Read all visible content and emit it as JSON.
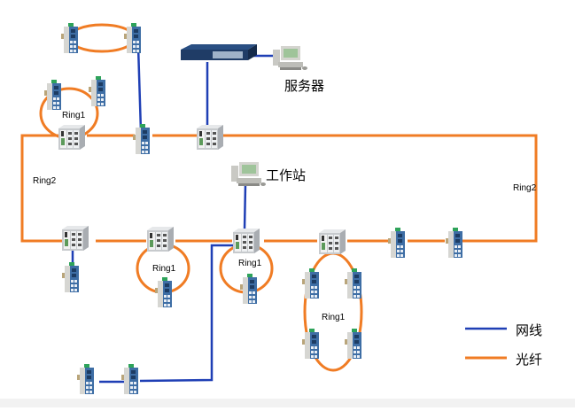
{
  "diagram": {
    "title": "",
    "colors": {
      "ethernet": "#1f3fb5",
      "fiber": "#f07c24",
      "switch_body": "#c9ccd0",
      "switch_panel": "#3f6fa8",
      "background": "#ffffff"
    },
    "labels": {
      "server": "服务器",
      "workstation": "工作站",
      "ring2_left": "Ring2",
      "ring2_right": "Ring2",
      "ring1_top_left": "Ring1",
      "ring1_bottom_a": "Ring1",
      "ring1_bottom_b": "Ring1",
      "ring1_bottom_right": "Ring1"
    },
    "legend": [
      {
        "key": "ethernet",
        "label": "网线",
        "color": "#1f3fb5"
      },
      {
        "key": "fiber",
        "label": "光纤",
        "color": "#f07c24"
      }
    ],
    "nodes": [
      {
        "id": "core-switch",
        "type": "rack-switch"
      },
      {
        "id": "server",
        "type": "computer",
        "label": "服务器"
      },
      {
        "id": "workstation",
        "type": "computer",
        "label": "工作站"
      },
      {
        "id": "top-pair-a",
        "type": "din-switch"
      },
      {
        "id": "top-pair-b",
        "type": "din-switch"
      },
      {
        "id": "r1-left-a",
        "type": "din-switch"
      },
      {
        "id": "r1-left-b",
        "type": "din-switch"
      },
      {
        "id": "ring2-node-1",
        "type": "modular-switch"
      },
      {
        "id": "ring2-node-2",
        "type": "din-switch"
      },
      {
        "id": "ring2-node-3",
        "type": "modular-switch"
      },
      {
        "id": "ring2-node-4",
        "type": "modular-switch"
      },
      {
        "id": "ring2-node-5",
        "type": "modular-switch"
      },
      {
        "id": "ring2-node-6",
        "type": "modular-switch"
      },
      {
        "id": "ring2-node-7",
        "type": "din-switch"
      },
      {
        "id": "ring2-node-8",
        "type": "din-switch"
      }
    ]
  }
}
